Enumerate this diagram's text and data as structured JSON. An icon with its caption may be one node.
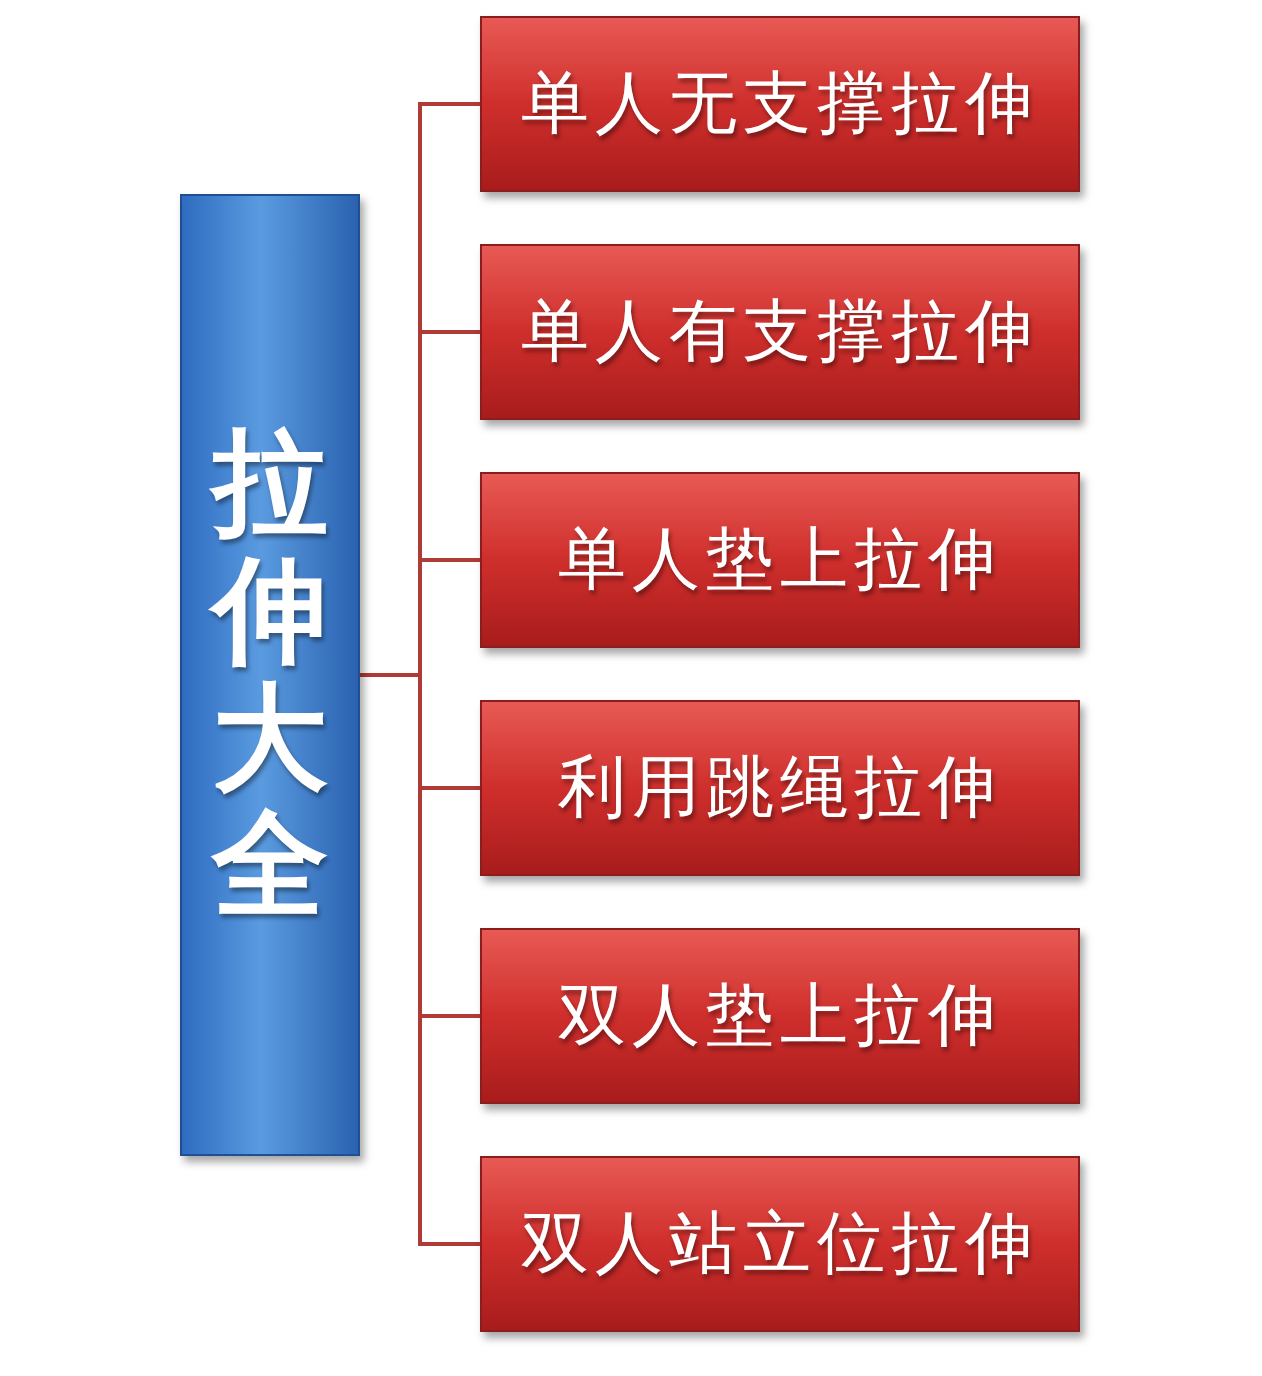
{
  "diagram": {
    "nodes": [
      {
        "text": [
          "拉伸大全"
        ]
      },
      {
        "text": [
          "单人无支撑拉伸"
        ]
      },
      {
        "text": [
          "单人有支撑拉伸"
        ]
      },
      {
        "text": [
          "单人垫上拉伸"
        ]
      },
      {
        "text": [
          "利用跳绳拉伸"
        ]
      },
      {
        "text": [
          "双人垫上拉伸"
        ]
      },
      {
        "text": [
          "双人站立位拉伸"
        ]
      }
    ],
    "edges": [
      {
        "from": 0,
        "to": 1,
        "arrow": "none"
      },
      {
        "from": 0,
        "to": 2,
        "arrow": "none"
      },
      {
        "from": 0,
        "to": 3,
        "arrow": "none"
      },
      {
        "from": 0,
        "to": 4,
        "arrow": "none"
      },
      {
        "from": 0,
        "to": 5,
        "arrow": "none"
      },
      {
        "from": 0,
        "to": 6,
        "arrow": "none"
      }
    ]
  }
}
